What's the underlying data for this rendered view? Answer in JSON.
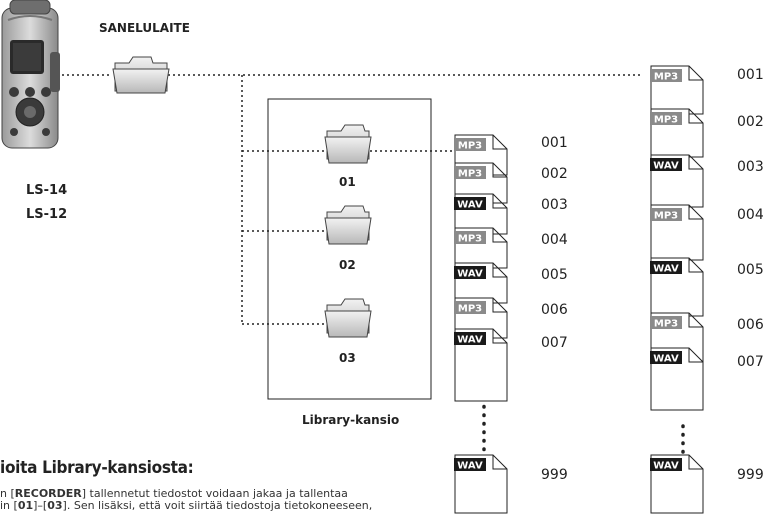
{
  "device": {
    "label": "SANELULAITE",
    "models": [
      "LS-14",
      "LS-12"
    ]
  },
  "library": {
    "label": "Library-kansio",
    "folders": [
      "01",
      "02",
      "03"
    ]
  },
  "middle_files": [
    {
      "badge": "MP3",
      "number": "001"
    },
    {
      "badge": "MP3",
      "number": "002"
    },
    {
      "badge": "WAV",
      "number": "003"
    },
    {
      "badge": "MP3",
      "number": "004"
    },
    {
      "badge": "WAV",
      "number": "005"
    },
    {
      "badge": "MP3",
      "number": "006"
    },
    {
      "badge": "WAV",
      "number": "007"
    },
    {
      "badge": "WAV",
      "number": "999"
    }
  ],
  "right_files": [
    {
      "badge": "MP3",
      "number": "001"
    },
    {
      "badge": "MP3",
      "number": "002"
    },
    {
      "badge": "WAV",
      "number": "003"
    },
    {
      "badge": "MP3",
      "number": "004"
    },
    {
      "badge": "WAV",
      "number": "005"
    },
    {
      "badge": "MP3",
      "number": "006"
    },
    {
      "badge": "WAV",
      "number": "007"
    },
    {
      "badge": "WAV",
      "number": "999"
    }
  ],
  "colors": {
    "mp3_badge": "#8a8a8a",
    "wav_badge": "#1a1a1a"
  },
  "section": {
    "heading": "ioita Library-kansiosta:",
    "body_line1_prefix": "n [",
    "body_line1_bold": "RECORDER",
    "body_line1_suffix": "] tallennetut tiedostot voidaan jakaa ja tallentaa",
    "body_line2_prefix": "in [",
    "body_line2_bold1": "01",
    "body_line2_mid": "]–[",
    "body_line2_bold2": "03",
    "body_line2_suffix": "]. Sen lisäksi, että voit siirtää tiedostoja tietokoneeseen,"
  }
}
